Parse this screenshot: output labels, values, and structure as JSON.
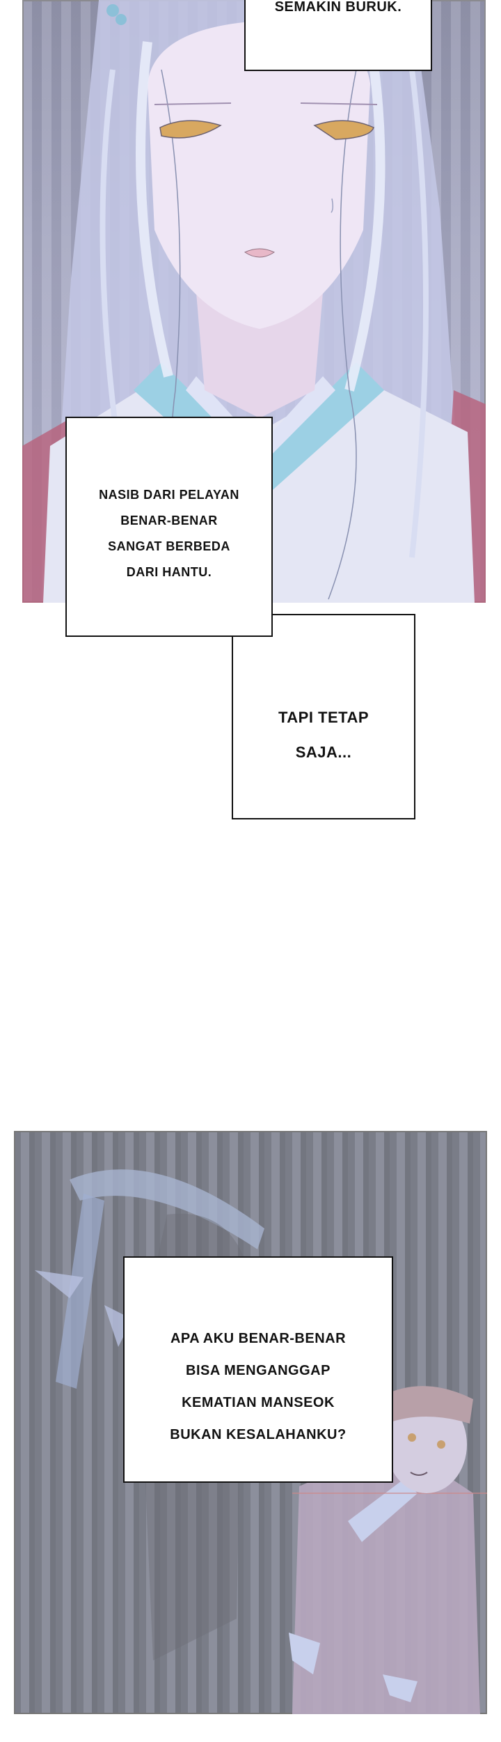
{
  "page": {
    "type": "webtoon-strip",
    "background": "#ffffff"
  },
  "panels": [
    {
      "id": "panel-1",
      "description": "Close-up of a crying pale woman with long silver hair, amber eyes, light blue hanbok collar",
      "colors": {
        "background": "#a0a2bc",
        "hair": "#c8cce8",
        "skin": "#ece4f4",
        "eyes": "#d8a860",
        "collar": "#9cd0e4",
        "robe_edge": "#b8607a"
      }
    },
    {
      "id": "panel-2",
      "description": "Dim striped scene; ghostly figure with headband on left, frightened young man in hat and robe on right",
      "colors": {
        "background": "#80838e",
        "ghost_band": "#a8b4d0",
        "hat": "#b8a0a8",
        "face": "#d4cde0",
        "robe": "#b8a8c0"
      }
    }
  ],
  "captions": {
    "top": {
      "lines": [
        "SEMAKIN BURUK."
      ]
    },
    "fate": {
      "lines": [
        "NASIB DARI PELAYAN",
        "BENAR-BENAR",
        "SANGAT BERBEDA",
        "DARI HANTU."
      ]
    },
    "still": {
      "lines": [
        "TAPI TETAP",
        "SAJA..."
      ]
    },
    "question": {
      "lines": [
        "APA AKU BENAR-BENAR",
        "BISA MENGANGGAP",
        "KEMATIAN MANSEOK",
        "BUKAN KESALAHANKU?"
      ]
    }
  }
}
